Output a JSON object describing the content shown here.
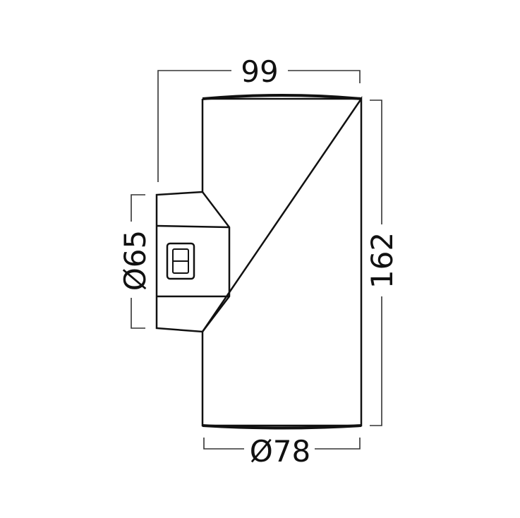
{
  "diagram": {
    "colors": {
      "outline": "#111111",
      "dimension_line": "#333333",
      "background": "#ffffff"
    },
    "dimensions": {
      "total_depth": "99",
      "height": "162",
      "body_diameter": "Ø78",
      "mount_diameter": "Ø65"
    }
  }
}
